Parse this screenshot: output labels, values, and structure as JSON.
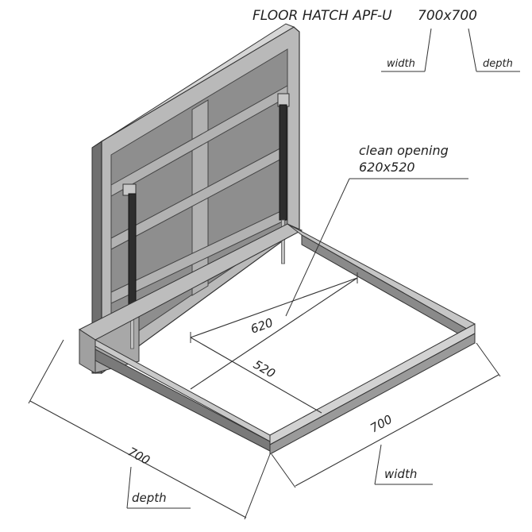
{
  "title": {
    "text": "FLOOR HATCH APF-U",
    "size": "700x700",
    "width_label": "width",
    "depth_label": "depth"
  },
  "clean_opening": {
    "label": "clean opening",
    "size": "620x520"
  },
  "dimensions": {
    "inner_width": "620",
    "inner_depth": "520",
    "outer_width": "700",
    "outer_depth": "700",
    "width_label": "width",
    "depth_label": "depth"
  },
  "colors": {
    "frame_light": "#c4c4c4",
    "frame_mid": "#9a9a9a",
    "frame_dark": "#6c6c6c",
    "panel": "#8d8d8d",
    "strut": "#2e2e2e",
    "line": "#333333"
  }
}
